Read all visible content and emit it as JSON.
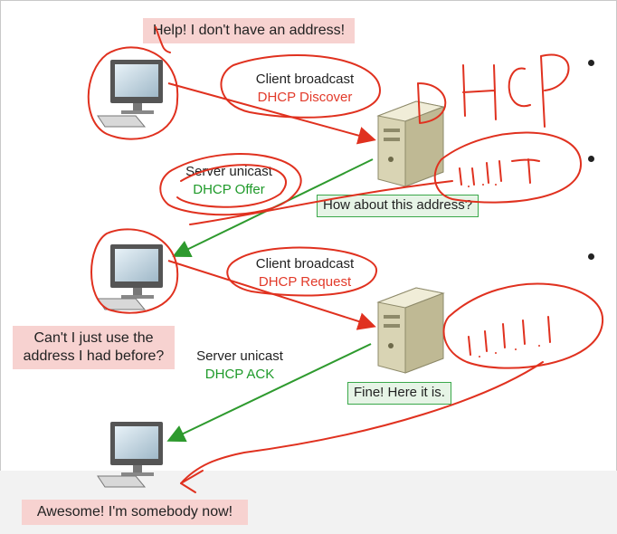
{
  "bubbles": {
    "help": "Help! I don't have an address!",
    "cant": "Can't I just use the address I had before?",
    "awesome": "Awesome! I'm somebody now!"
  },
  "messages": {
    "discover": {
      "top": "Client broadcast",
      "bottom": "DHCP Discover"
    },
    "offer": {
      "top": "Server unicast",
      "bottom": "DHCP Offer"
    },
    "request": {
      "top": "Client broadcast",
      "bottom": "DHCP Request"
    },
    "ack": {
      "top": "Server unicast",
      "bottom": "DHCP ACK"
    }
  },
  "server_replies": {
    "offer": "How about this address?",
    "ack": "Fine! Here it is."
  },
  "handwriting": {
    "title": "DHCP",
    "addr1": "1.1.1.1",
    "addr2": "1.1.1.1"
  },
  "colors": {
    "arrow_red": "#e0311f",
    "arrow_green": "#2e9a2e",
    "ink_red": "#e0311f",
    "bubble_bg": "#f7d2d0",
    "green_box_bg": "#e6f4e6"
  },
  "bullets": 3
}
